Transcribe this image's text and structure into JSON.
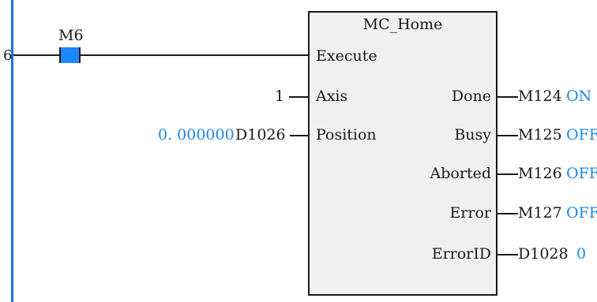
{
  "rung": {
    "number": "6"
  },
  "contact": {
    "label": "M6",
    "color": "#1e88ff"
  },
  "block": {
    "name": "MC_Home",
    "inputs": [
      {
        "pin": "Execute"
      },
      {
        "pin": "Axis",
        "var": "1"
      },
      {
        "pin": "Position",
        "value": "0. 000000",
        "var": "D1026"
      }
    ],
    "outputs": [
      {
        "pin": "Done",
        "var": "M124",
        "value": "ON"
      },
      {
        "pin": "Busy",
        "var": "M125",
        "value": "OFF"
      },
      {
        "pin": "Aborted",
        "var": "M126",
        "value": "OFF"
      },
      {
        "pin": "Error",
        "var": "M127",
        "value": "OFF"
      },
      {
        "pin": "ErrorID",
        "var": "D1028",
        "value": "0"
      }
    ]
  },
  "colors": {
    "rail": "#1e6fe0",
    "value": "#1e88e5"
  }
}
